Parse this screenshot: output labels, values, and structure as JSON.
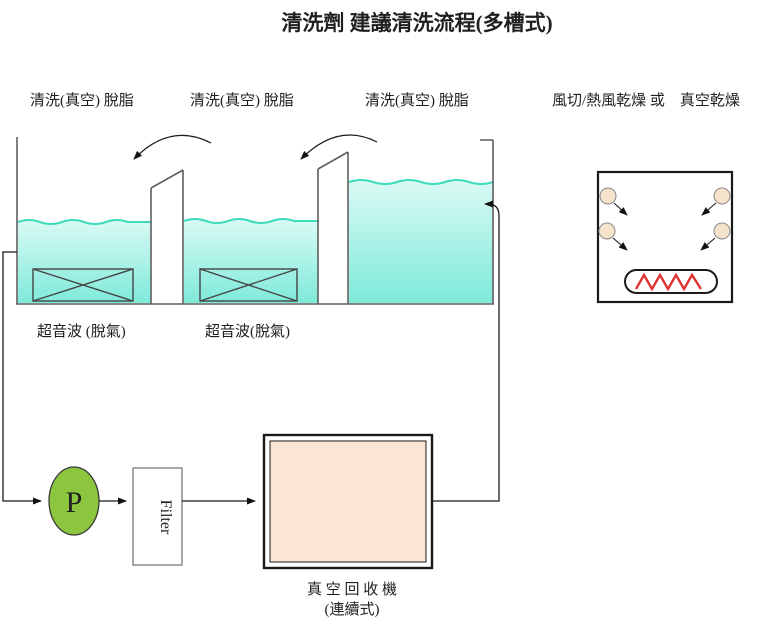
{
  "title": "清洗劑 建議清洗流程(多槽式)",
  "stations": {
    "tank1_label": "清洗(真空) 脫脂",
    "tank2_label": "清洗(真空) 脫脂",
    "tank3_label": "清洗(真空) 脫脂",
    "drying_label": "風切/熱風乾燥 或　真空乾燥",
    "tank1_note": "超音波 (脫氣)",
    "tank2_note": "超音波(脫氣)"
  },
  "equipment": {
    "pump_label": "P",
    "filter_label": "Filter",
    "recovery_name": "真 空 回 收 機",
    "recovery_mode": "(連續式)"
  },
  "colors": {
    "water_surface": "#3cdcba",
    "water_top": "#d9faf4",
    "water_bottom": "#7feada",
    "pump_green": "#8cc63f",
    "recovery_fill": "#fbe5d4",
    "nozzle_fill": "#f6e3cb",
    "heater_red": "#e03232"
  }
}
